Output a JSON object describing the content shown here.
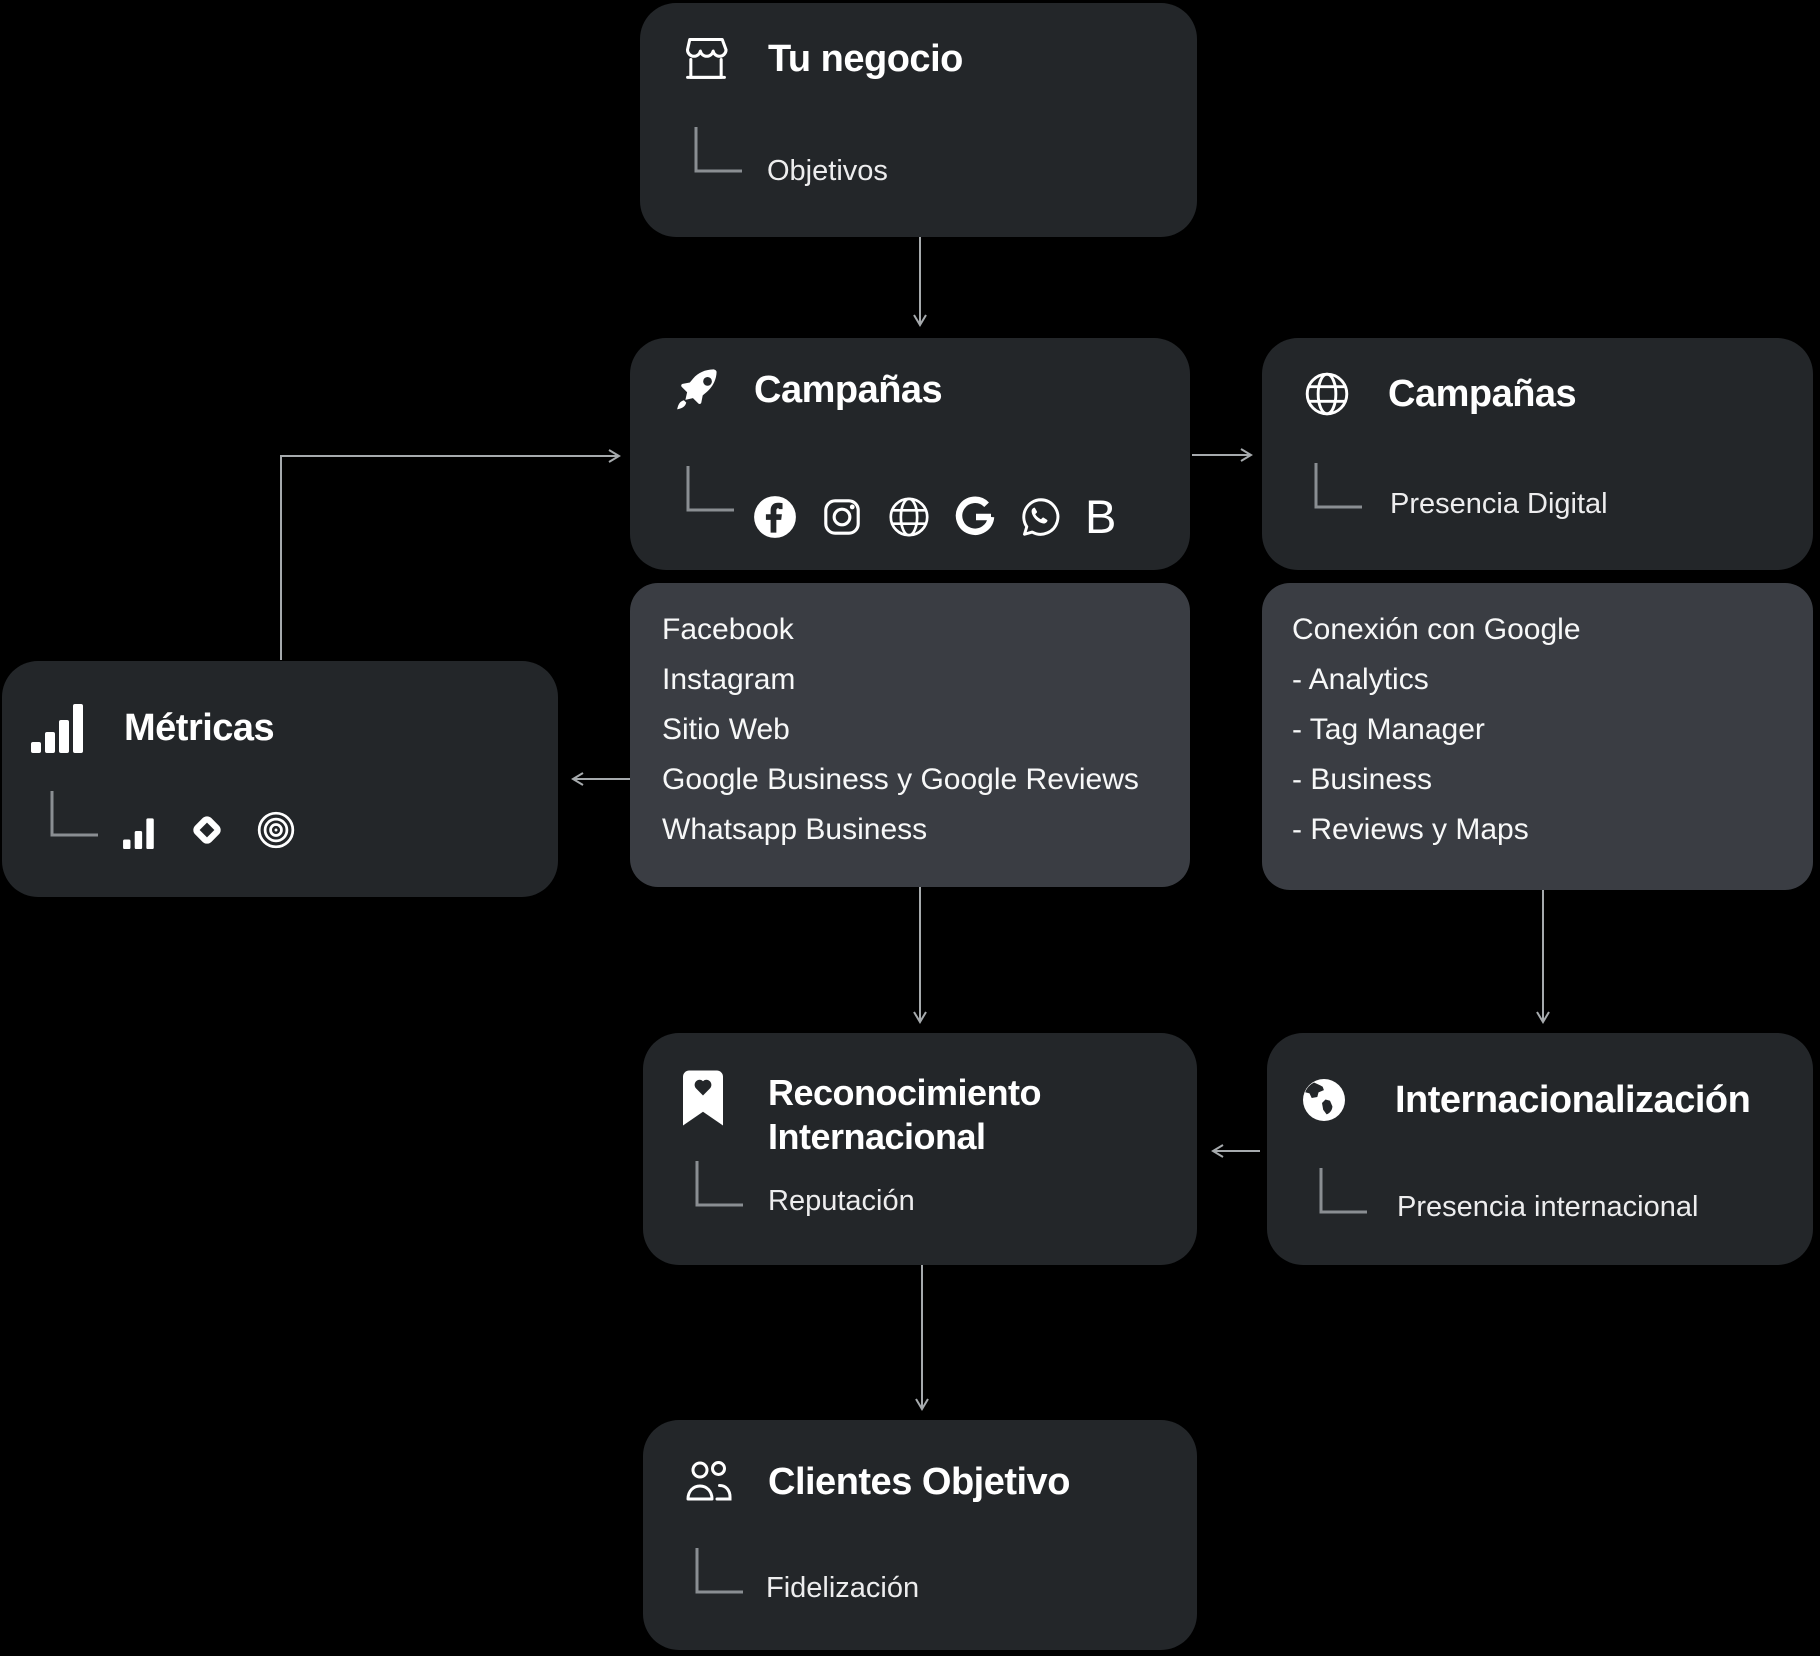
{
  "colors": {
    "bg": "#000000",
    "card": "#232629",
    "panel": "#3a3d43",
    "line": "#a6aaad",
    "branch": "#8a8e92",
    "text": "#ffffff"
  },
  "nodes": {
    "tu_negocio": {
      "icon": "storefront-icon",
      "title": "Tu negocio",
      "subtitle": "Objetivos"
    },
    "campanas_social": {
      "icon": "rocket-icon",
      "title": "Campañas",
      "channel_icons": [
        "facebook-icon",
        "instagram-icon",
        "website-globe-icon",
        "google-icon",
        "whatsapp-icon",
        "booking-b-icon"
      ],
      "booking_glyph": "B",
      "items": [
        "Facebook",
        "Instagram",
        "Sitio Web",
        "Google Business y Google Reviews",
        "Whatsapp Business"
      ]
    },
    "campanas_digital": {
      "icon": "globe-grid-icon",
      "title": "Campañas",
      "subtitle": "Presencia Digital",
      "items": [
        "Conexión con Google",
        "- Analytics",
        "- Tag Manager",
        "- Business",
        "- Reviews y Maps"
      ]
    },
    "metricas": {
      "icon": "bar-chart-icon",
      "title": "Métricas",
      "sub_icons": [
        "bar-chart-small-icon",
        "diamond-ads-icon",
        "target-rings-icon"
      ]
    },
    "reconocimiento": {
      "icon": "bookmark-heart-icon",
      "title_line1": "Reconocimiento",
      "title_line2": "Internacional",
      "subtitle": "Reputación"
    },
    "internacionalizacion": {
      "icon": "globe-americas-icon",
      "title": "Internacionalización",
      "subtitle": "Presencia internacional"
    },
    "clientes": {
      "icon": "people-icon",
      "title": "Clientes Objetivo",
      "subtitle": "Fidelización"
    }
  }
}
